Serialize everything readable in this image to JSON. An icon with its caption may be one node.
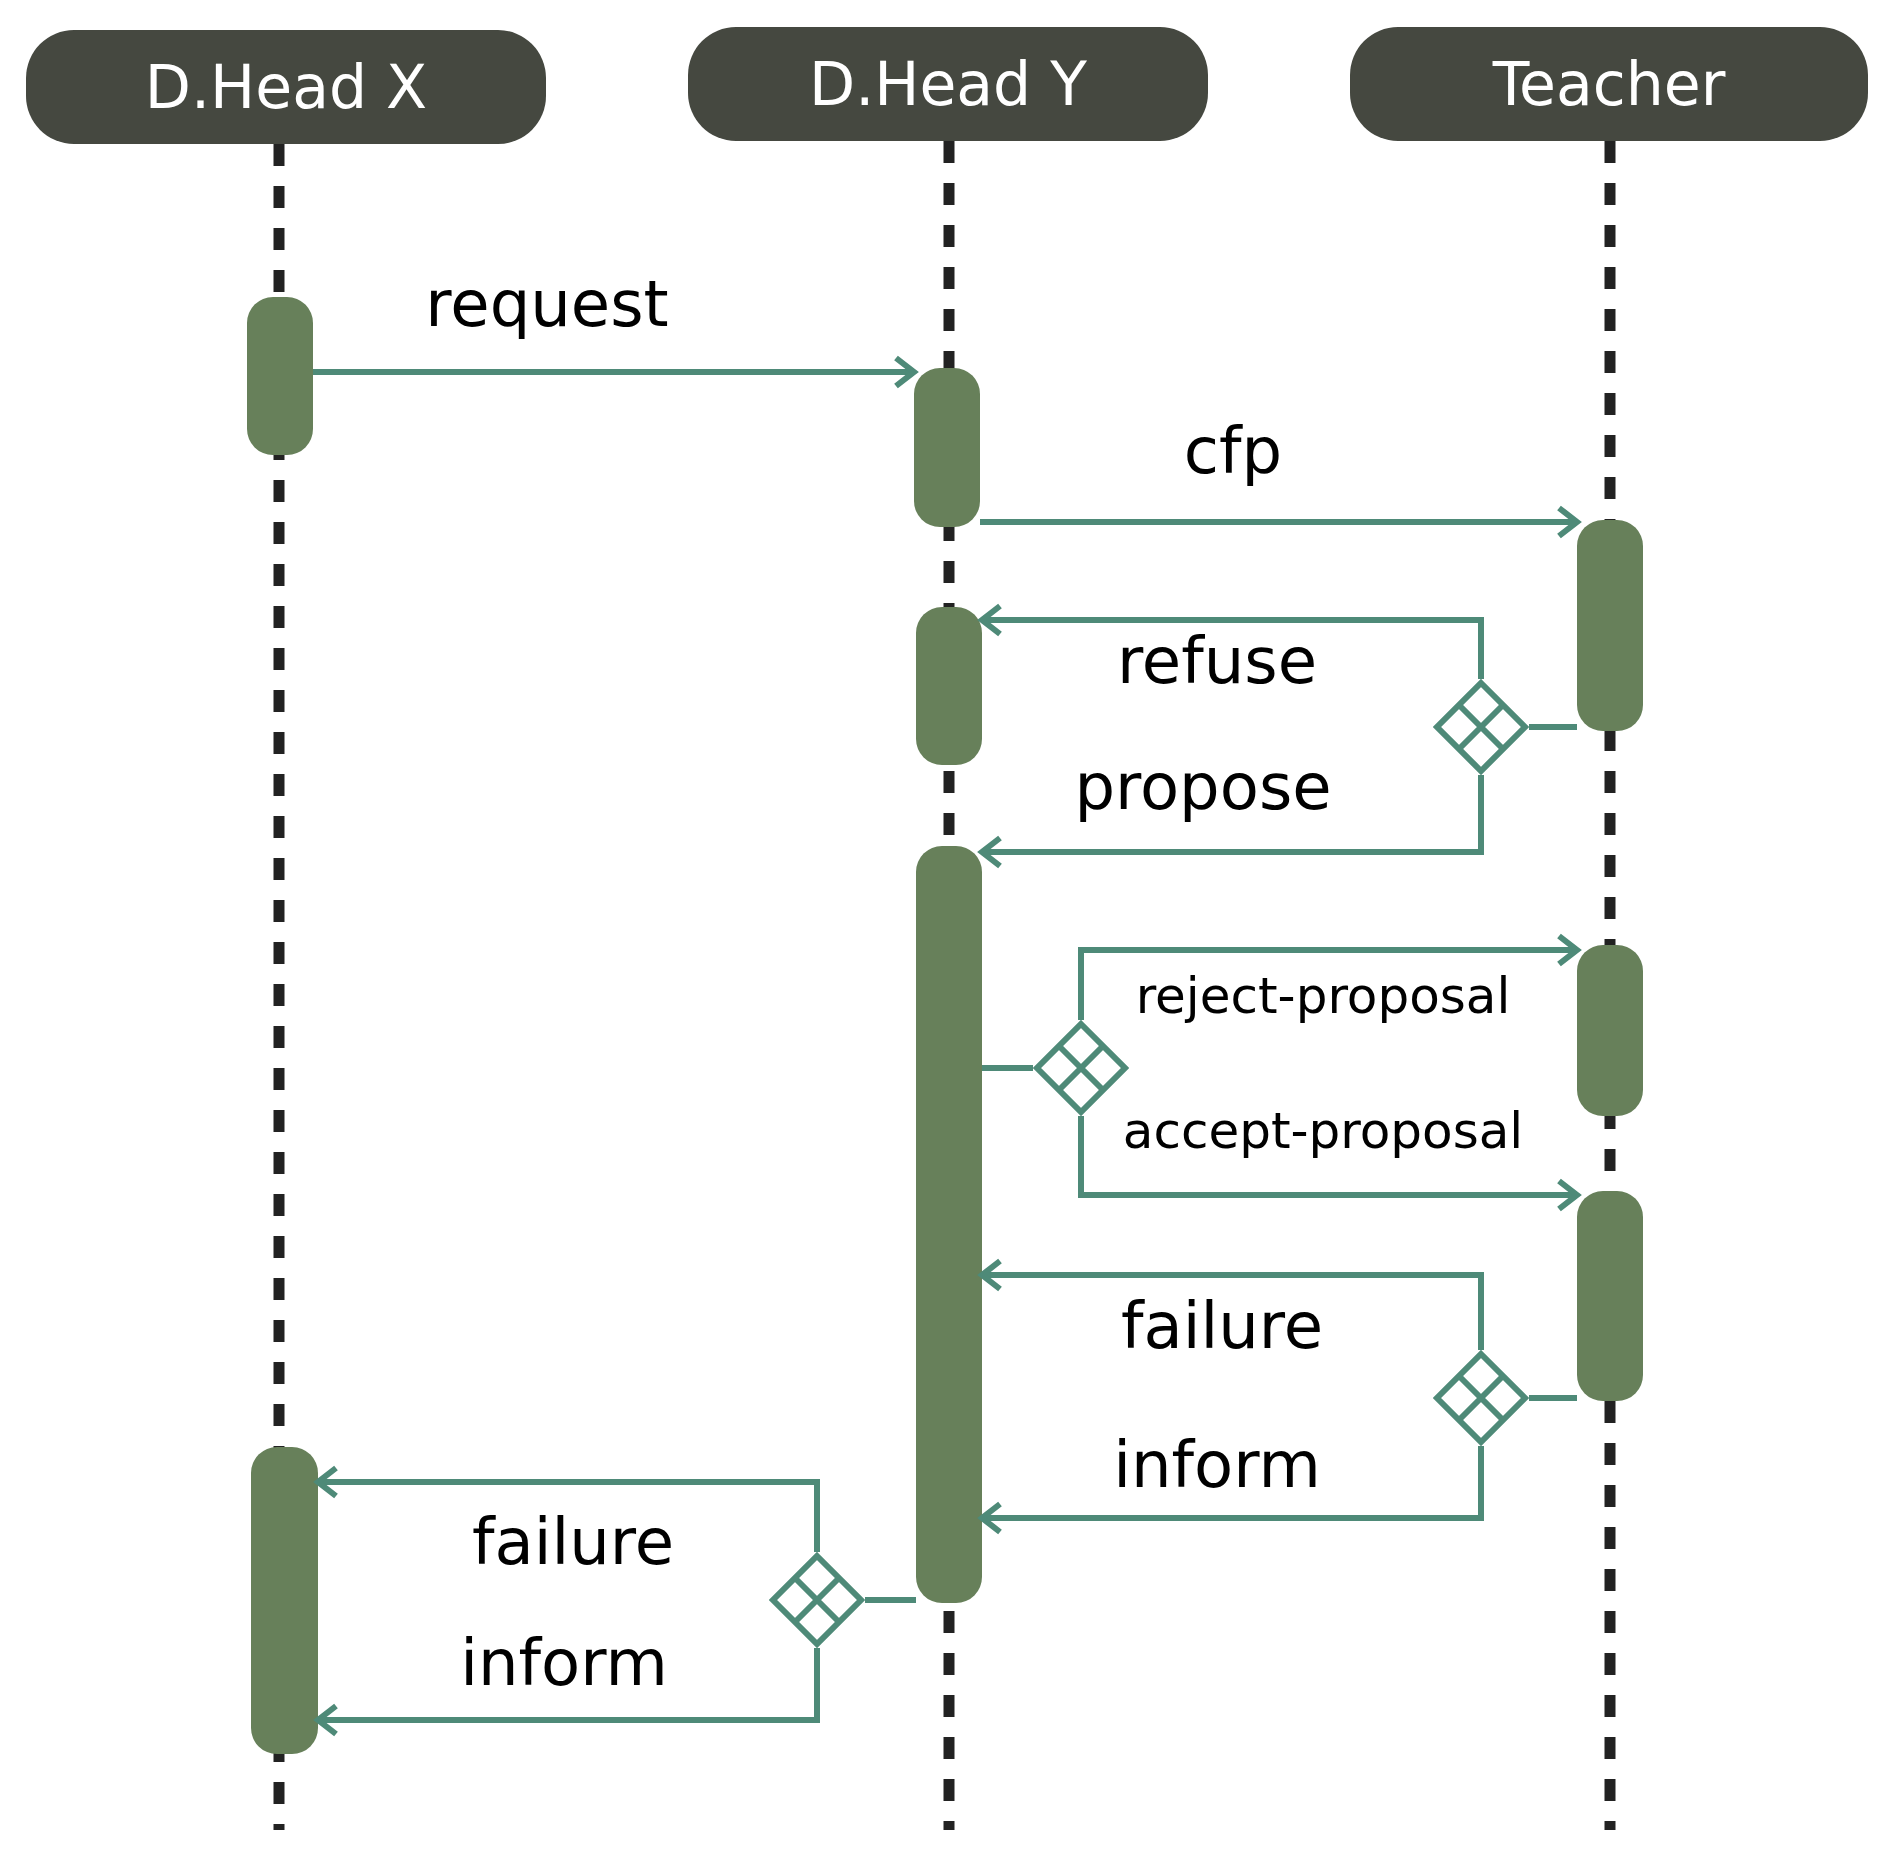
{
  "diagram": {
    "nodes": [
      {
        "text": [
          "D.Head X"
        ]
      },
      {
        "text": [
          "D.Head Y"
        ]
      },
      {
        "text": [
          "Teacher"
        ]
      },
      {
        "text": [],
        "shape": "bar"
      },
      {
        "text": [],
        "shape": "bar"
      },
      {
        "text": [],
        "shape": "bar"
      },
      {
        "text": [],
        "shape": "bar"
      },
      {
        "text": [],
        "shape": "bar"
      },
      {
        "text": [],
        "shape": "bar"
      },
      {
        "text": [],
        "shape": "bar"
      },
      {
        "text": [],
        "shape": "bar"
      },
      {
        "text": [],
        "shape": "diamond"
      },
      {
        "text": [],
        "shape": "diamond"
      },
      {
        "text": [],
        "shape": "diamond"
      },
      {
        "text": [],
        "shape": "diamond"
      }
    ],
    "edges": [
      {
        "from": 3,
        "to": 4,
        "arrow": "to",
        "label": "request"
      },
      {
        "from": 4,
        "to": 5,
        "arrow": "to",
        "label": "cfp"
      },
      {
        "from": 5,
        "to": 11,
        "arrow": "none"
      },
      {
        "from": 11,
        "to": 6,
        "arrow": "to",
        "label": "refuse"
      },
      {
        "from": 11,
        "to": 7,
        "arrow": "to",
        "label": "propose"
      },
      {
        "from": 7,
        "to": 12,
        "arrow": "none"
      },
      {
        "from": 12,
        "to": 8,
        "arrow": "to",
        "label": "reject-proposal"
      },
      {
        "from": 12,
        "to": 9,
        "arrow": "to",
        "label": "accept-proposal"
      },
      {
        "from": 9,
        "to": 13,
        "arrow": "none"
      },
      {
        "from": 13,
        "to": 7,
        "arrow": "to",
        "label": "failure"
      },
      {
        "from": 13,
        "to": 7,
        "arrow": "to",
        "label": "inform"
      },
      {
        "from": 7,
        "to": 14,
        "arrow": "none"
      },
      {
        "from": 14,
        "to": 10,
        "arrow": "to",
        "label": "failure"
      },
      {
        "from": 14,
        "to": 10,
        "arrow": "to",
        "label": "inform"
      }
    ]
  }
}
